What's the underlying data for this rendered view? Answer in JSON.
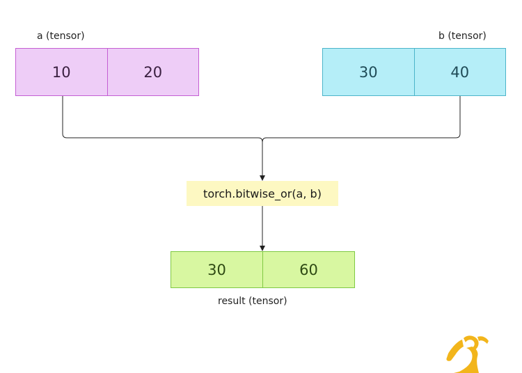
{
  "tensor_a": {
    "label": "a (tensor)",
    "values": [
      "10",
      "20"
    ]
  },
  "tensor_b": {
    "label": "b (tensor)",
    "values": [
      "30",
      "40"
    ]
  },
  "operation": {
    "label": "torch.bitwise_or(a, b)"
  },
  "result": {
    "label": "result (tensor)",
    "values": [
      "30",
      "60"
    ]
  },
  "colors": {
    "tensor_a_fill": "#eecdf7",
    "tensor_a_border": "#c45ed3",
    "tensor_b_fill": "#b5eef8",
    "tensor_b_border": "#4bb4c9",
    "operation_fill": "#fdf8c2",
    "result_fill": "#d8f7a1",
    "result_border": "#7fc943",
    "logo": "#f2b51b"
  },
  "logo_icon": "dancer-logo-icon"
}
